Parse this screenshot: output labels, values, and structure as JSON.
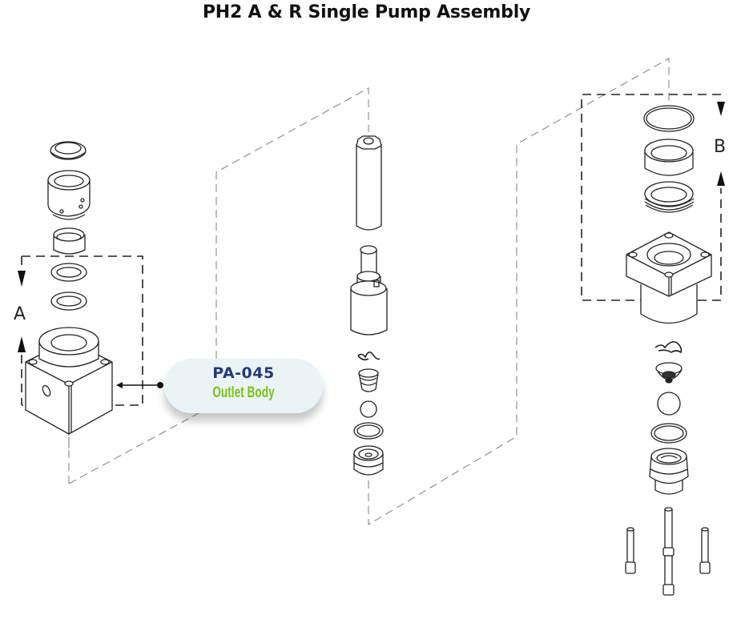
{
  "title": "PH2 A & R Single Pump Assembly",
  "callout": {
    "part_number": "PA-045",
    "part_name": "Outlet Body",
    "code_color": "#253a7a",
    "name_color": "#7cc21c",
    "background": "#eaf4f6"
  },
  "dimension_labels": {
    "a": "A",
    "b": "B"
  },
  "assemblies": [
    {
      "id": "left",
      "parts": [
        "seal-ring",
        "gland-nut",
        "sleeve",
        "packing-ring-1",
        "packing-ring-2",
        "outlet-body"
      ]
    },
    {
      "id": "center",
      "parts": [
        "plunger-rod",
        "plunger-holder",
        "retainer-clip",
        "valve-spring-seat",
        "ball",
        "o-ring",
        "valve-housing"
      ]
    },
    {
      "id": "right",
      "parts": [
        "o-ring",
        "bushing",
        "seal-pack",
        "inlet-body",
        "retainer-clip",
        "valve-seat",
        "ball",
        "o-ring",
        "valve-housing",
        "cap-screw",
        "long-screw",
        "cap-screw"
      ]
    }
  ]
}
